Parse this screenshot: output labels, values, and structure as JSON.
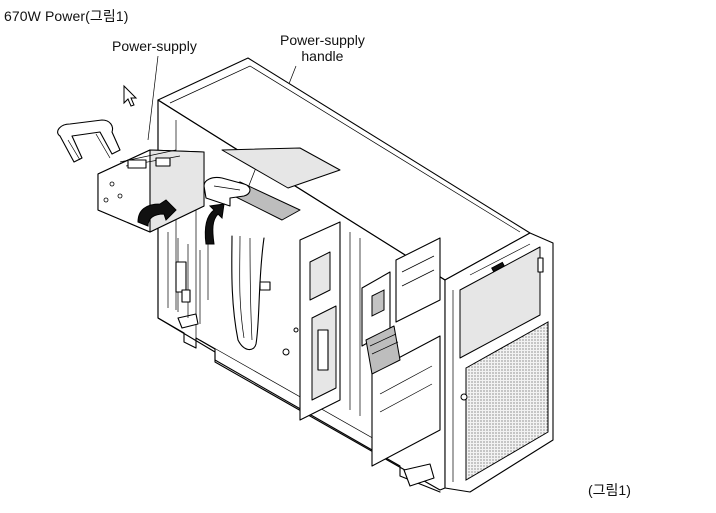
{
  "page": {
    "title": "670W Power(그림1)",
    "caption": "(그림1)"
  },
  "callouts": {
    "power_supply": "Power-supply",
    "handle_line1": "Power-supply",
    "handle_line2": "handle"
  },
  "icons": [
    "mouse-cursor-icon",
    "insert-arrow-icon"
  ]
}
